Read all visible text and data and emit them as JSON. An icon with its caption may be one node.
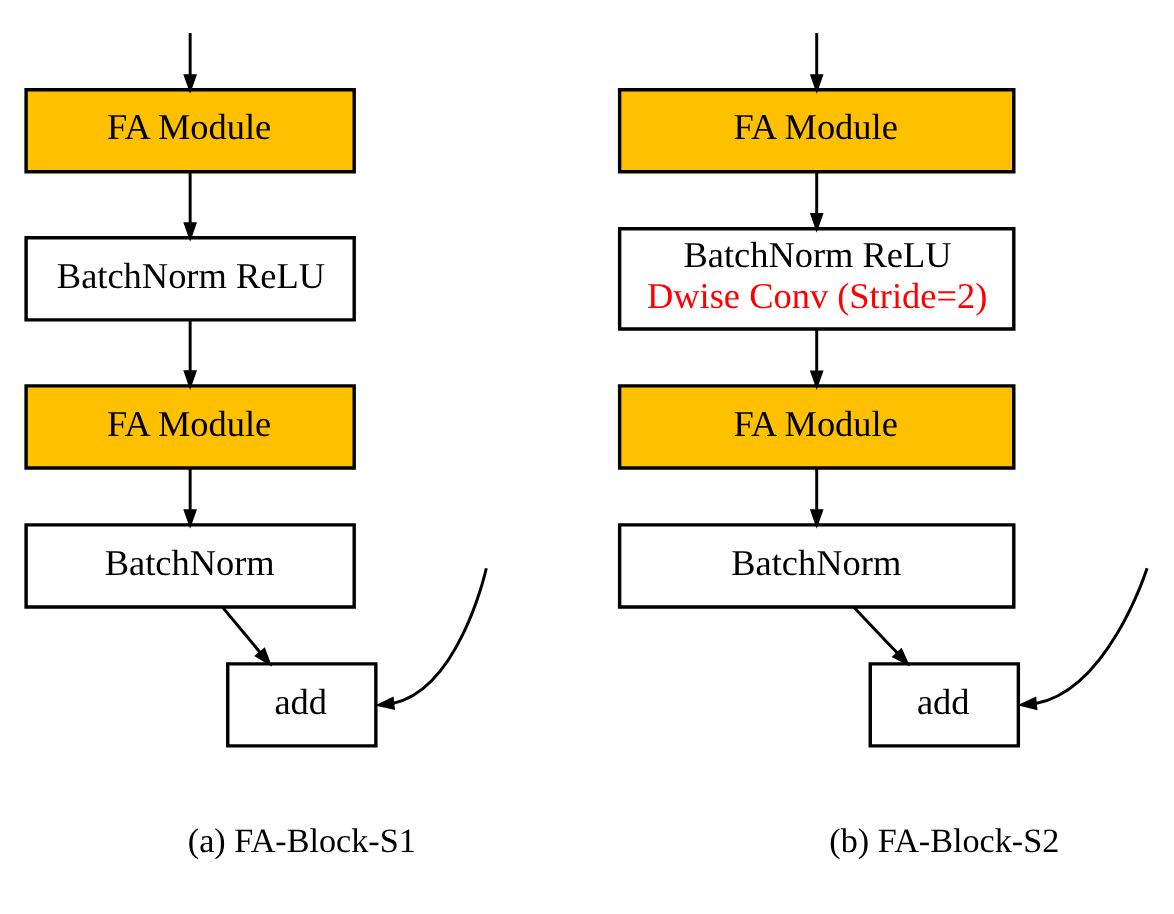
{
  "diagram": {
    "nodes": [
      {
        "text": [
          "FA Module"
        ]
      },
      {
        "text": [
          "BatchNorm ReLU"
        ]
      },
      {
        "text": [
          "FA Module"
        ]
      },
      {
        "text": [
          "BatchNorm"
        ]
      },
      {
        "text": [
          "add"
        ]
      },
      {
        "text": [
          "FA Module"
        ]
      },
      {
        "text": [
          "BatchNorm ReLU",
          "Dwise Conv (Stride=2)"
        ]
      },
      {
        "text": [
          "FA Module"
        ]
      },
      {
        "text": [
          "BatchNorm"
        ]
      },
      {
        "text": [
          "add"
        ]
      }
    ],
    "edges": [
      {
        "from": null,
        "to": 0,
        "arrow": "to"
      },
      {
        "from": null,
        "to": 4,
        "arrow": "to"
      },
      {
        "from": 0,
        "to": 1,
        "arrow": "to"
      },
      {
        "from": 1,
        "to": 2,
        "arrow": "to"
      },
      {
        "from": 2,
        "to": 3,
        "arrow": "to"
      },
      {
        "from": 3,
        "to": 4,
        "arrow": "to"
      },
      {
        "from": null,
        "to": 5,
        "arrow": "to"
      },
      {
        "from": null,
        "to": 9,
        "arrow": "to"
      },
      {
        "from": 5,
        "to": 6,
        "arrow": "to"
      },
      {
        "from": 6,
        "to": 7,
        "arrow": "to"
      },
      {
        "from": 7,
        "to": 8,
        "arrow": "to"
      },
      {
        "from": 8,
        "to": 9,
        "arrow": "to"
      }
    ],
    "labels": [
      "(a) FA-Block-S1",
      "(b) FA-Block-S2"
    ]
  }
}
